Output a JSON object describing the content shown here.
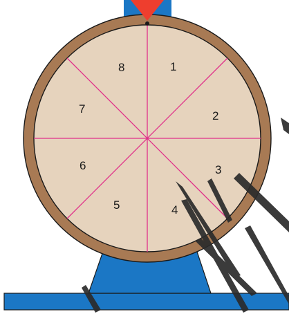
{
  "wheel": {
    "sections": [
      {
        "number": "1"
      },
      {
        "number": "2"
      },
      {
        "number": "3"
      },
      {
        "number": "4"
      },
      {
        "number": "5"
      },
      {
        "number": "6"
      },
      {
        "number": "7"
      },
      {
        "number": "8"
      }
    ],
    "colors": {
      "face": "#E6D3BD",
      "rim": "#A87A54",
      "divider": "#E0308A",
      "pointer": "#EE3E2E",
      "stand": "#1B77C5",
      "watermark": "#2B2B2B"
    }
  },
  "icons": {
    "pointer": "triangle-pointer-icon"
  }
}
